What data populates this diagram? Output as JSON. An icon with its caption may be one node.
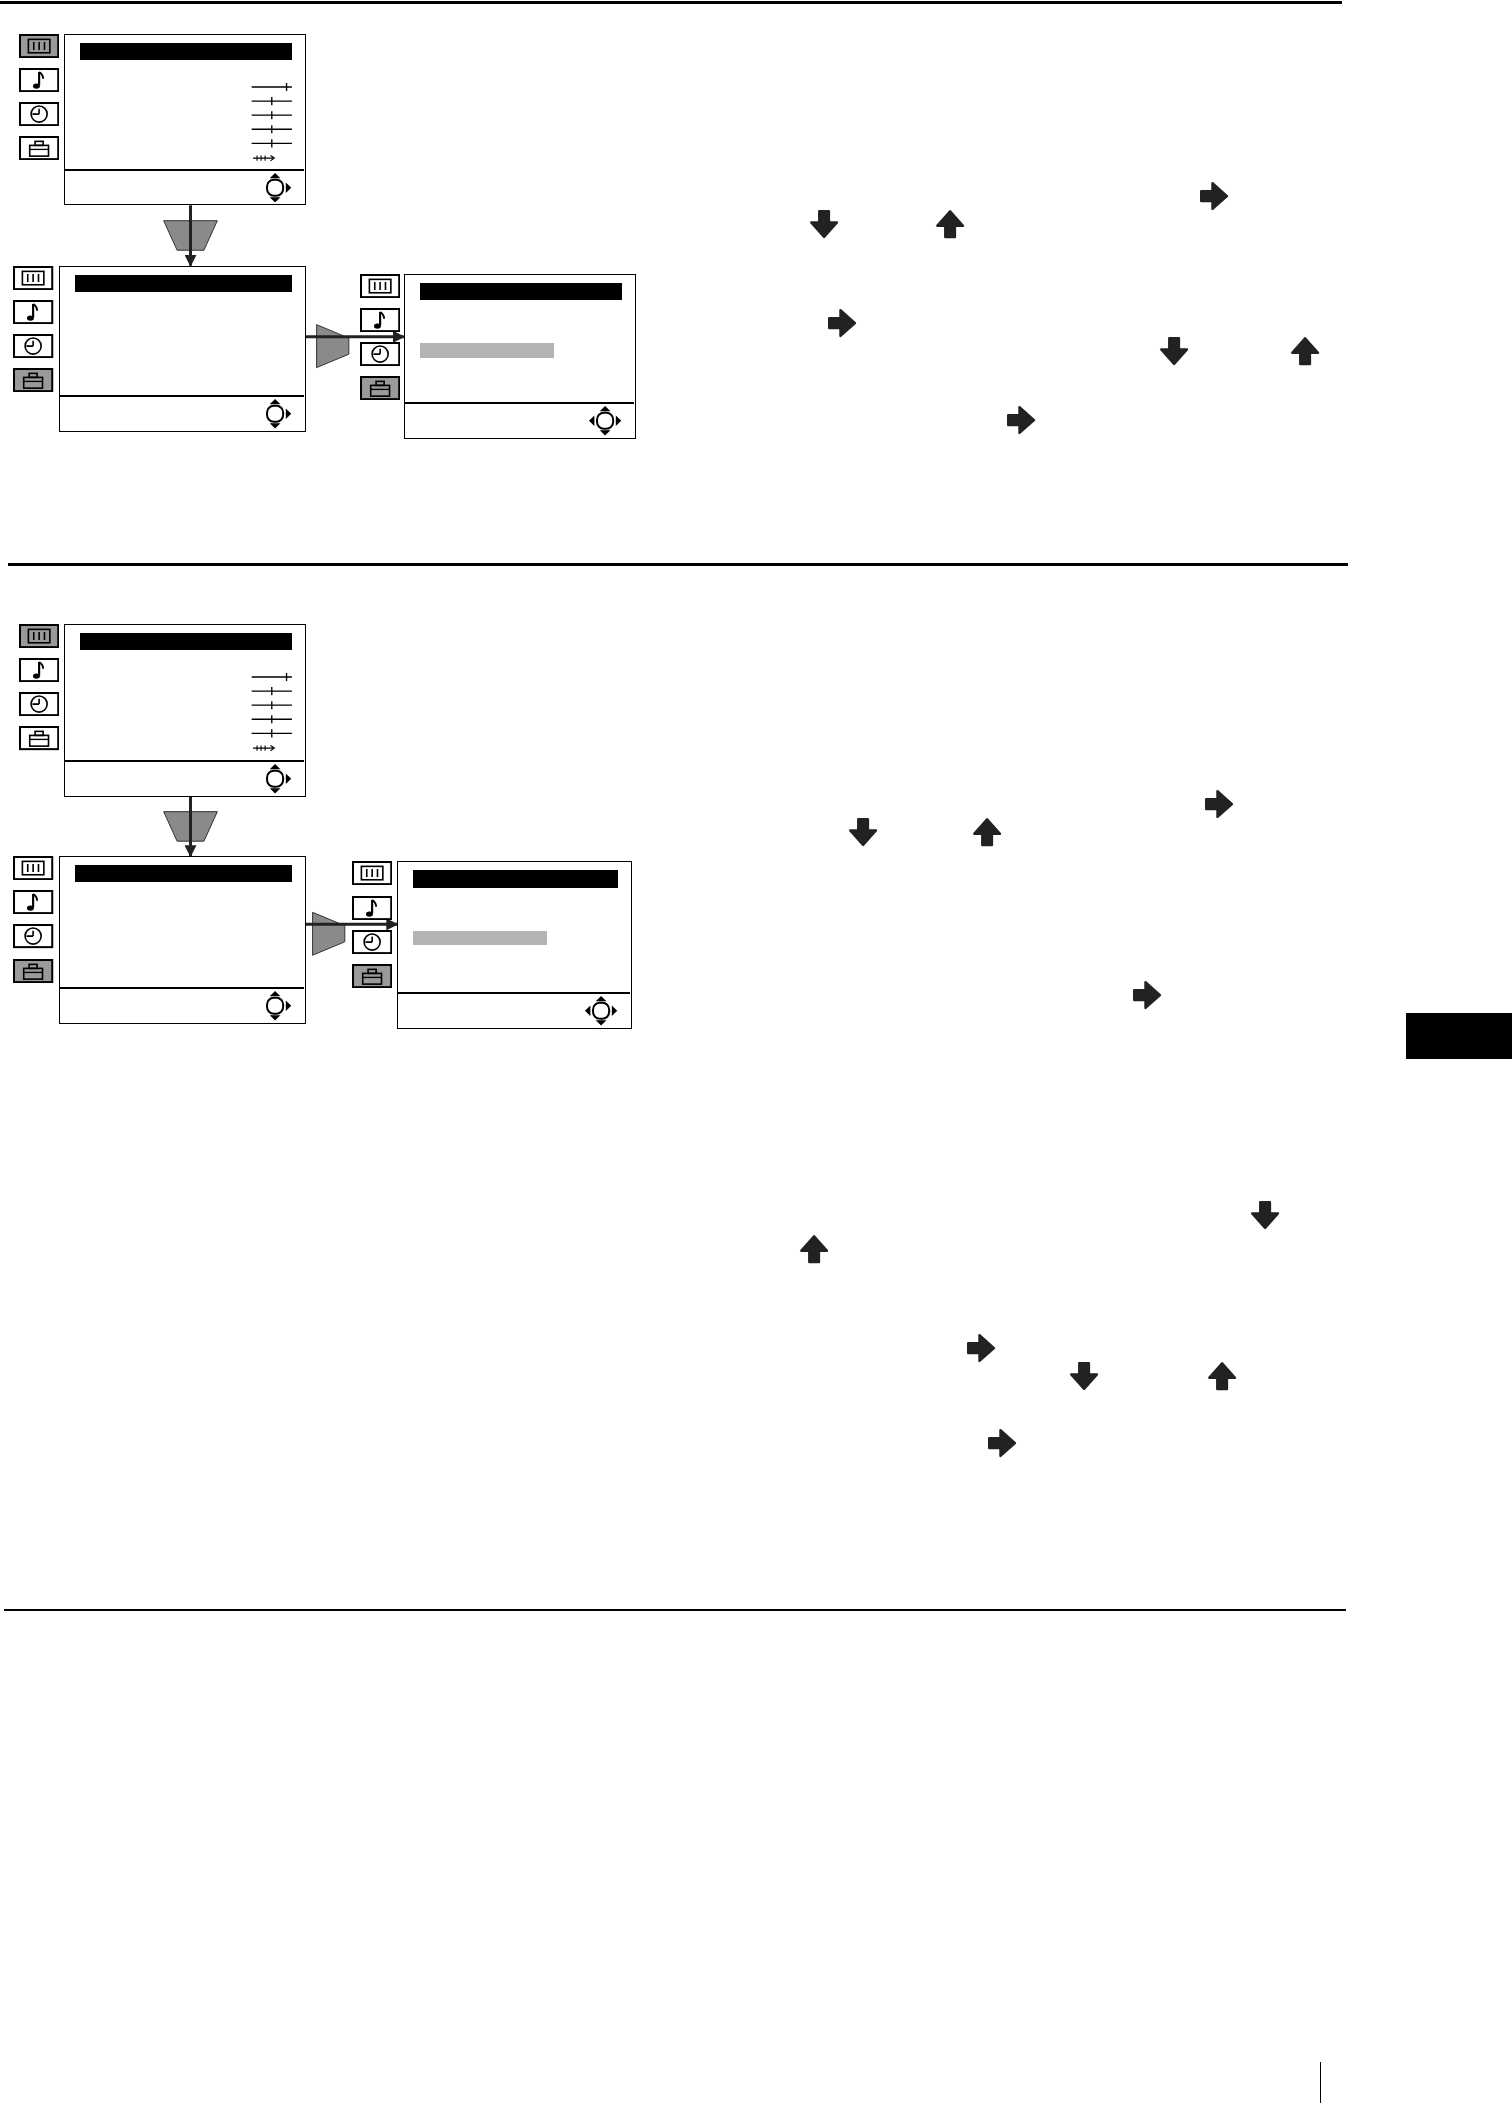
{
  "diagram": {
    "nodes": [
      {
        "text": [],
        "shape": "box"
      },
      {
        "text": [],
        "shape": "bar",
        "in": 0
      },
      {
        "text": [],
        "shape": "box"
      },
      {
        "text": [],
        "shape": "bar",
        "in": 2
      },
      {
        "text": [],
        "shape": "box"
      },
      {
        "text": [],
        "shape": "bar",
        "in": 4
      },
      {
        "text": [],
        "shape": "box"
      },
      {
        "text": [],
        "shape": "bar",
        "in": 6
      },
      {
        "text": [],
        "shape": "box"
      },
      {
        "text": [],
        "shape": "bar",
        "in": 8
      },
      {
        "text": [],
        "shape": "box"
      },
      {
        "text": [],
        "shape": "bar",
        "in": 10
      },
      {
        "text": [],
        "shape": "bar"
      }
    ],
    "edges": [
      {
        "from": 0,
        "to": 2,
        "arrow": "to"
      },
      {
        "from": 2,
        "to": 4,
        "arrow": "to"
      },
      {
        "from": 6,
        "to": 8,
        "arrow": "to"
      },
      {
        "from": 8,
        "to": 10,
        "arrow": "to"
      }
    ]
  }
}
